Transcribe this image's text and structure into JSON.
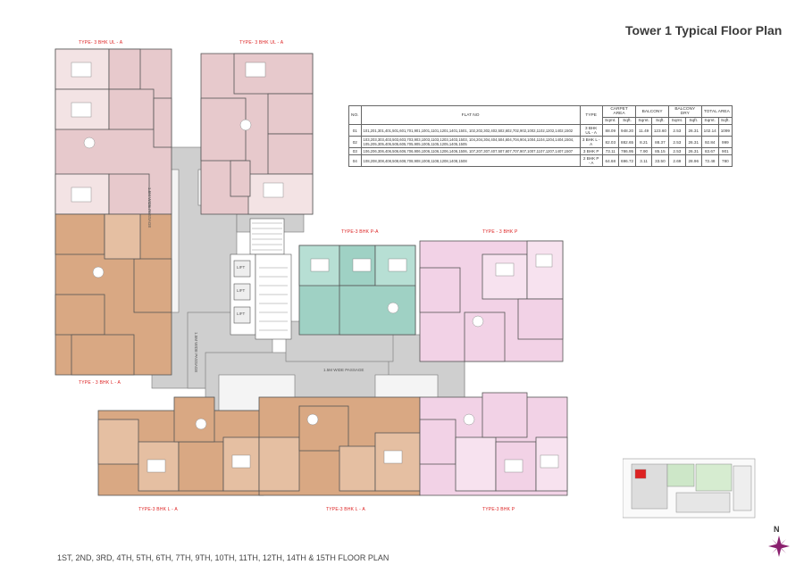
{
  "title": "Tower 1 Typical Floor Plan",
  "floor_note": "1ST, 2ND, 3RD, 4TH, 5TH, 6TH, 7TH, 9TH, 10TH, 11TH, 12TH, 14TH & 15TH FLOOR PLAN",
  "unit_labels": {
    "top_left": "TYPE- 3 BHK UL - A",
    "top_right": "TYPE- 3 BHK UL - A",
    "left_mid": "TYPE - 3 BHK L - A",
    "center_teal": "TYPE-3 BHK P-A",
    "right_pink": "TYPE - 3 BHK P",
    "bottom_left": "TYPE-3 BHK L - A",
    "bottom_mid": "TYPE-3 BHK L - A",
    "bottom_right": "TYPE-3 BHK P"
  },
  "passages": {
    "vertical_1": "1.5M WIDE PASSAGE",
    "vertical_2": "1.5M WIDE PASSAGE",
    "horizontal": "1.5M WIDE PASSAGE"
  },
  "lift_label": "LIFT",
  "compass_label": "N",
  "table": {
    "headers": [
      "NO.",
      "FLAT NO",
      "TYPE",
      "CARPET AREA",
      "BALCONY",
      "BALCONY DRY",
      "TOTAL AREA"
    ],
    "subheaders": [
      "Sqmt.",
      "Sqft.",
      "Sqmt.",
      "Sqft.",
      "Sqmt.",
      "Sqft.",
      "Sqmt.",
      "Sqft."
    ],
    "rows": [
      {
        "no": "01",
        "flats": "101,201,301,401,501,601,701,901,1001,1101,1201,1401,1501, 102,202,302,402,502,602,702,902,1002,1102,1202,1402,1502",
        "type": "3 BHK UL - A",
        "carpet_sqmt": "88.09",
        "carpet_sqft": "948.20",
        "bal_sqmt": "11.49",
        "bal_sqft": "123.60",
        "dry_sqmt": "2.53",
        "dry_sqft": "26.31",
        "total_sqmt": "102.14",
        "total_sqft": "1099"
      },
      {
        "no": "02",
        "flats": "103,203,303,403,503,603,703,903,1003,1103,1203,1403,1503, 104,204,304,404,504,604,704,904,1004,1104,1204,1404,1504, 105,205,305,405,505,605,705,905,1005,1105,1205,1405,1505",
        "type": "3 BHK L - A",
        "carpet_sqmt": "82.03",
        "carpet_sqft": "882.65",
        "bal_sqmt": "8.21",
        "bal_sqft": "88.37",
        "dry_sqmt": "2.53",
        "dry_sqft": "26.31",
        "total_sqmt": "92.84",
        "total_sqft": "999"
      },
      {
        "no": "03",
        "flats": "106,206,306,406,506,606,706,906,1006,1106,1206,1406,1506, 107,207,307,407,507,607,707,907,1007,1107,1207,1407,1507",
        "type": "3 BHK P",
        "carpet_sqmt": "73.11",
        "carpet_sqft": "786.95",
        "bal_sqmt": "7.90",
        "bal_sqft": "85.15",
        "dry_sqmt": "2.53",
        "dry_sqft": "26.31",
        "total_sqmt": "83.67",
        "total_sqft": "901"
      },
      {
        "no": "04",
        "flats": "108,208,308,408,508,608,708,908,1008,1108,1208,1408,1508",
        "type": "2 BHK P - A",
        "carpet_sqmt": "64.68",
        "carpet_sqft": "696.72",
        "bal_sqmt": "3.11",
        "bal_sqft": "33.50",
        "dry_sqmt": "2.69",
        "dry_sqft": "28.96",
        "total_sqmt": "72.48",
        "total_sqft": "780"
      }
    ]
  },
  "colors": {
    "pink_unit": "#e7c9cc",
    "orange_unit": "#d9a883",
    "teal_unit": "#9fd1c4",
    "light_pink_unit": "#f2d2e6",
    "corridor": "#cfcfcf",
    "wall": "#555555",
    "label_red": "#dd2222",
    "compass": "#8a1f6e"
  }
}
